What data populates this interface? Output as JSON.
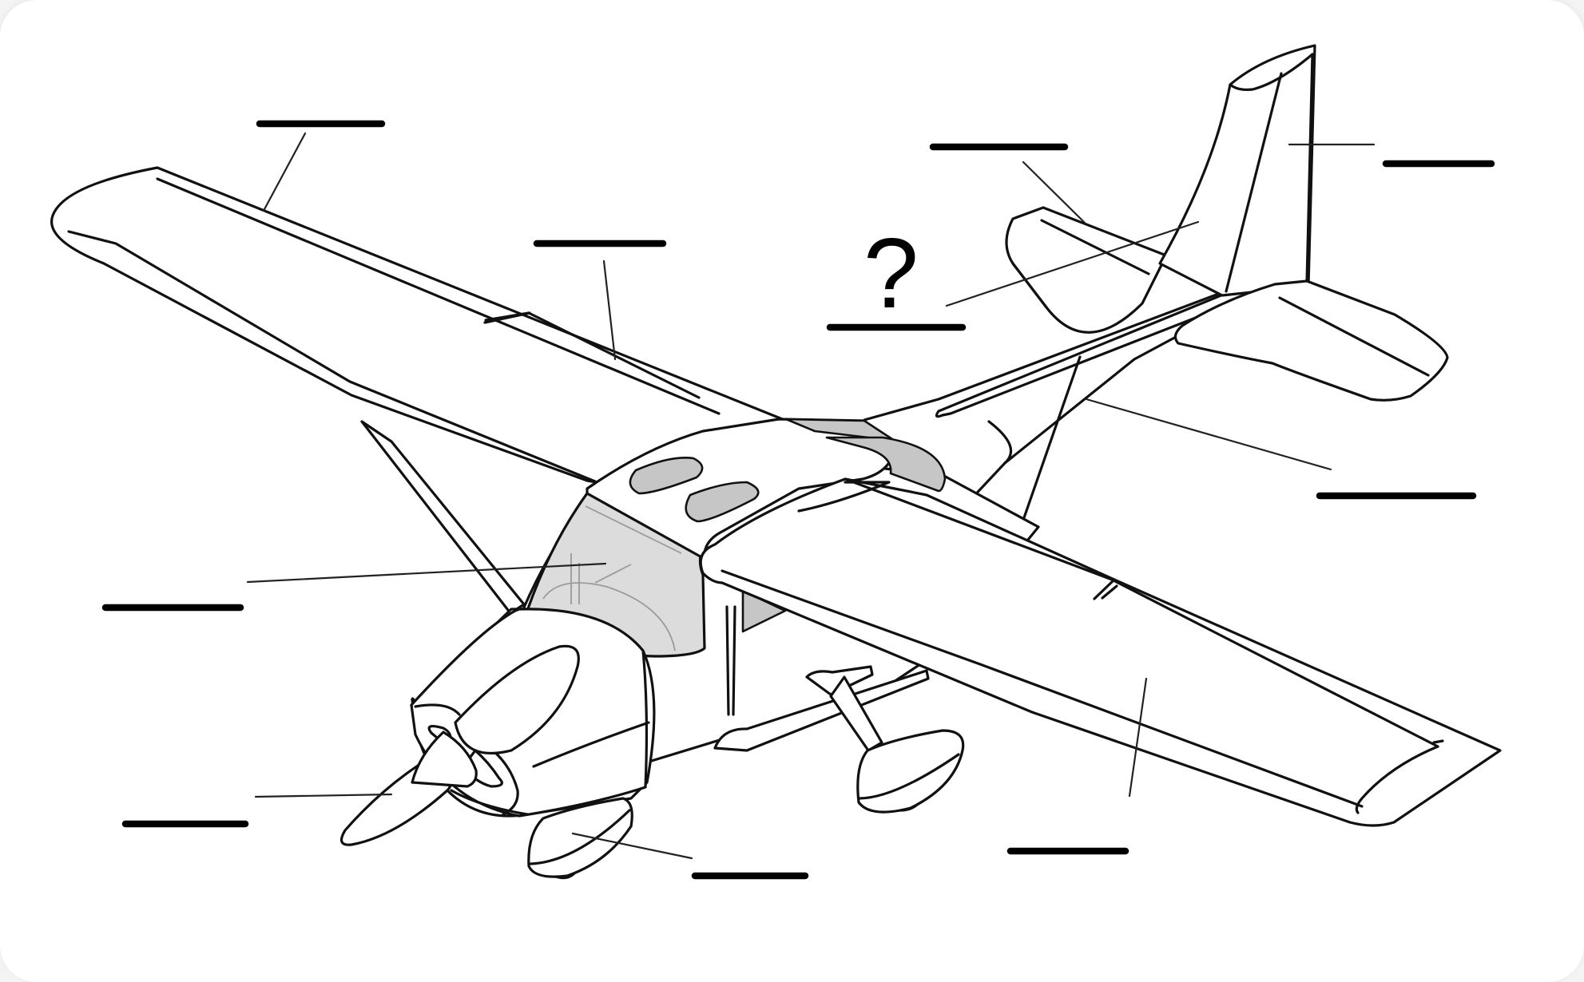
{
  "diagram": {
    "title": "",
    "subject": "light single-engine high-wing airplane (line drawing)",
    "colors": {
      "outline": "#111111",
      "window_fill": "#dcdcdc",
      "skylight_fill": "#c6c6c6",
      "blank_line": "#000000",
      "background": "#ffffff"
    },
    "question_mark": "?",
    "labels": [
      {
        "id": "left-wing-leading-edge",
        "answer": "",
        "blank": "________"
      },
      {
        "id": "left-wing-flap",
        "answer": "",
        "blank": "________"
      },
      {
        "id": "horizontal-stabilizer-left",
        "answer": "",
        "blank": "________"
      },
      {
        "id": "unknown-question",
        "answer": "",
        "blank": "________"
      },
      {
        "id": "rudder",
        "answer": "",
        "blank": "________"
      },
      {
        "id": "fuselage",
        "answer": "",
        "blank": "________"
      },
      {
        "id": "cockpit-windshield",
        "answer": "",
        "blank": "________"
      },
      {
        "id": "propeller",
        "answer": "",
        "blank": "________"
      },
      {
        "id": "nose-wheel",
        "answer": "",
        "blank": "________"
      },
      {
        "id": "right-wing",
        "answer": "",
        "blank": "________"
      }
    ]
  }
}
